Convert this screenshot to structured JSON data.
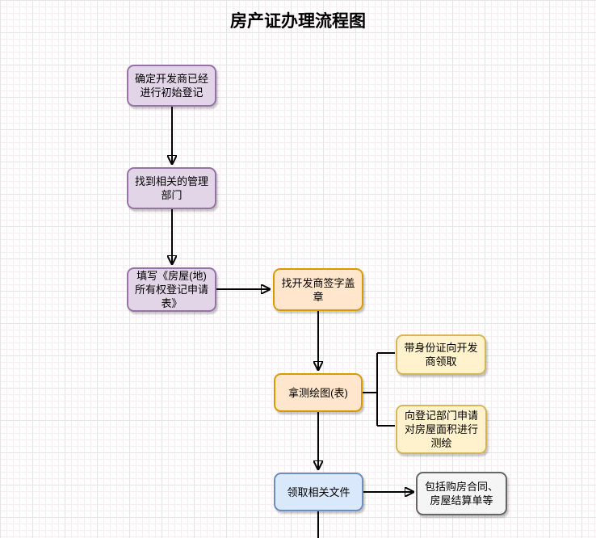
{
  "title": "房产证办理流程图",
  "palette": {
    "purple_fill": "#E1D5E7",
    "purple_stroke": "#9673A6",
    "orange_fill": "#FFE6CC",
    "orange_stroke": "#D79B00",
    "yellow_fill": "#FFF2CC",
    "yellow_stroke": "#D6B656",
    "blue_fill": "#DAE8FC",
    "blue_stroke": "#6C8EBF",
    "gray_fill": "#F5F5F5",
    "gray_stroke": "#666666",
    "edge_color": "#000000"
  },
  "nodes": [
    {
      "label": "确定开发商已经\n进行初始登记",
      "color": "purple"
    },
    {
      "label": "找到相关的管理\n部门",
      "color": "purple"
    },
    {
      "label": "填写《房屋(地)\n所有权登记申请\n表》",
      "color": "purple"
    },
    {
      "label": "找开发商签字盖\n章",
      "color": "orange"
    },
    {
      "label": "拿测绘图(表)",
      "color": "orange"
    },
    {
      "label": "带身份证向开发\n商领取",
      "color": "yellow"
    },
    {
      "label": "向登记部门申请\n对房屋面积进行\n测绘",
      "color": "yellow"
    },
    {
      "label": "领取相关文件",
      "color": "blue"
    },
    {
      "label": "包括购房合同、\n房屋结算单等",
      "color": "gray"
    }
  ]
}
